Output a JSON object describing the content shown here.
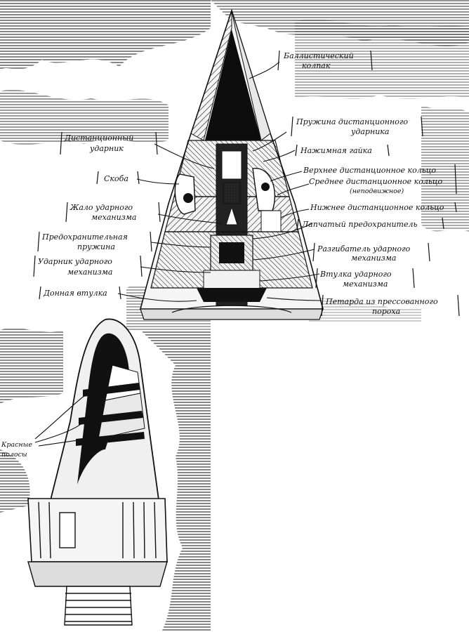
{
  "labels": {
    "ballistic_cap_1": "Баллистический",
    "ballistic_cap_2": "колпак",
    "spring_1": "Пружина дистанционного",
    "spring_2": "ударника",
    "press_nut": "Нажимная гайка",
    "upper_ring": "Верхнее дистанционное кольцо",
    "middle_ring_1": "Среднее дистанционное кольцо",
    "middle_ring_2": "(неподвижное)",
    "lower_ring": "Нижнее дистанционное кольцо",
    "time_striker_1": "Дистанционный",
    "time_striker_2": "ударник",
    "bracket": "Скоба",
    "sting_1": "Жало ударного",
    "sting_2": "механизма",
    "safety_spring_1": "Предохранительная",
    "safety_spring_2": "пружина",
    "impact_striker_1": "Ударник ударного",
    "impact_striker_2": "механизма",
    "base_sleeve": "Донная втулка",
    "leaf_safety": "Лапчатый предохранитель",
    "breaker_1": "Разгибатель ударного",
    "breaker_2": "механизма",
    "mech_sleeve_1": "Втулка ударного",
    "mech_sleeve_2": "механизма",
    "petard_1": "Петарда из прессованного",
    "petard_2": "пороха",
    "red_bands_1": "Красные",
    "red_bands_2": "полосы"
  }
}
